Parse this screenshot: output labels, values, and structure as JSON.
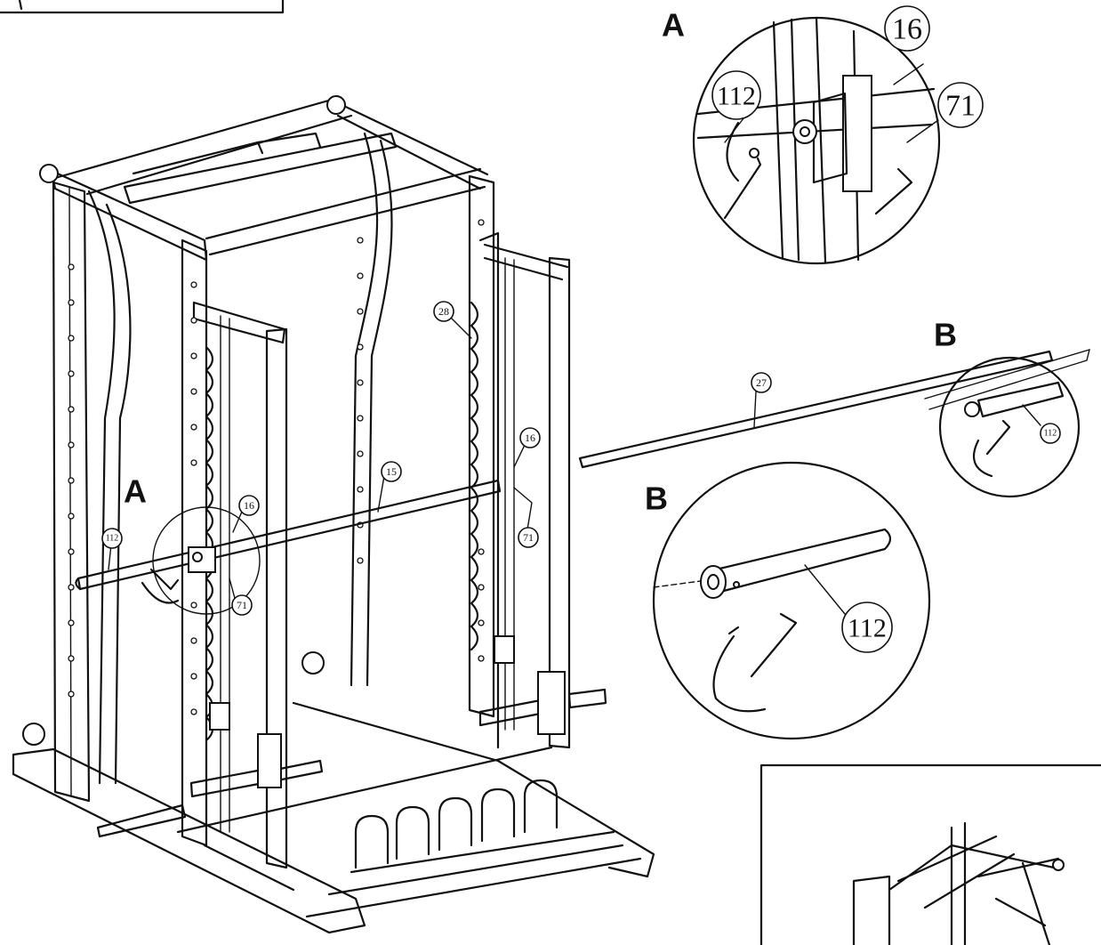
{
  "detail_labels": {
    "a_top": "A",
    "a_left": "A",
    "b_top": "B",
    "b_mid": "B"
  },
  "part_numbers": {
    "p16": "16",
    "p71": "71",
    "p112": "112",
    "p27": "27",
    "p28": "28",
    "p15": "15"
  }
}
